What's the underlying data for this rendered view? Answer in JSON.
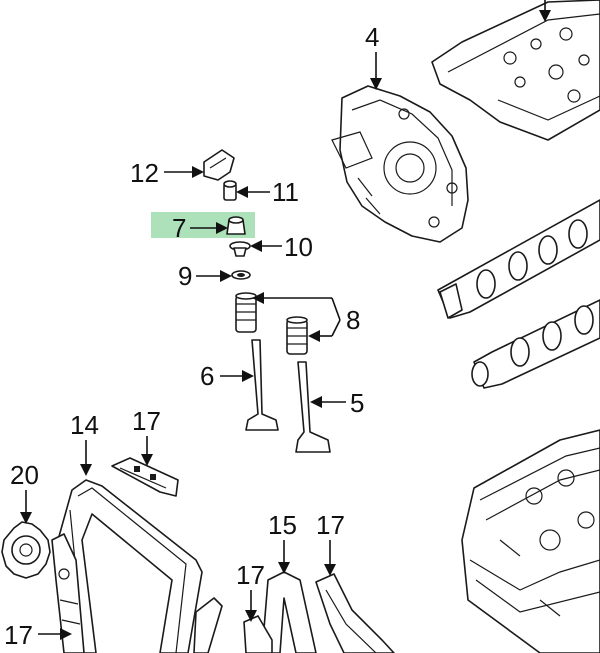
{
  "highlight_color": "#9fdcae",
  "line_color": "#111111",
  "callouts": {
    "c4": "4",
    "c12": "12",
    "c11": "11",
    "c7": "7",
    "c10": "10",
    "c9": "9",
    "c8": "8",
    "c6": "6",
    "c5": "5",
    "c14": "14",
    "c17a": "17",
    "c20": "20",
    "c15": "15",
    "c17b": "17",
    "c17c": "17",
    "c17d": "17"
  }
}
